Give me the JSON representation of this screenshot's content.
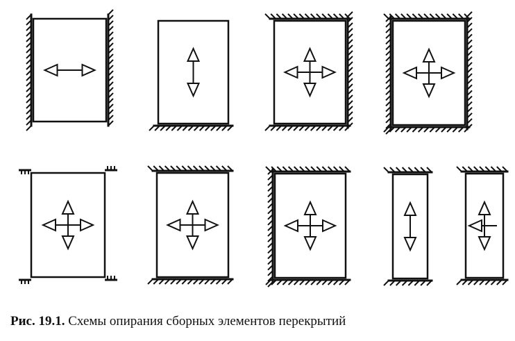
{
  "caption": {
    "label": "Рис. 19.1.",
    "text": " Схемы опирания сборных элементов перекрытий"
  },
  "style": {
    "stroke_color": "#111111",
    "background_color": "#ffffff"
  },
  "schemes": [
    {
      "row": 1,
      "index": 1,
      "supports": [
        "left",
        "right"
      ],
      "load_directions": [
        "horizontal"
      ],
      "shape": "tall"
    },
    {
      "row": 1,
      "index": 2,
      "supports": [
        "bottom"
      ],
      "load_directions": [
        "vertical"
      ],
      "shape": "tall"
    },
    {
      "row": 1,
      "index": 3,
      "supports": [
        "top",
        "right",
        "bottom"
      ],
      "load_directions": [
        "horizontal",
        "vertical"
      ],
      "shape": "tall"
    },
    {
      "row": 1,
      "index": 4,
      "supports": [
        "top",
        "left",
        "right",
        "bottom"
      ],
      "load_directions": [
        "horizontal",
        "vertical"
      ],
      "shape": "tall"
    },
    {
      "row": 2,
      "index": 1,
      "supports": [
        "corners"
      ],
      "load_directions": [
        "horizontal",
        "vertical"
      ],
      "shape": "tall"
    },
    {
      "row": 2,
      "index": 2,
      "supports": [
        "top",
        "bottom"
      ],
      "load_directions": [
        "horizontal",
        "vertical"
      ],
      "shape": "tall"
    },
    {
      "row": 2,
      "index": 3,
      "supports": [
        "top",
        "left",
        "bottom"
      ],
      "load_directions": [
        "horizontal",
        "vertical"
      ],
      "shape": "tall"
    },
    {
      "row": 2,
      "index": 4,
      "supports": [
        "top",
        "bottom"
      ],
      "load_directions": [
        "vertical"
      ],
      "shape": "narrow"
    },
    {
      "row": 2,
      "index": 5,
      "supports": [
        "top",
        "bottom"
      ],
      "load_directions": [
        "horizontal-left",
        "vertical"
      ],
      "shape": "narrow"
    }
  ]
}
